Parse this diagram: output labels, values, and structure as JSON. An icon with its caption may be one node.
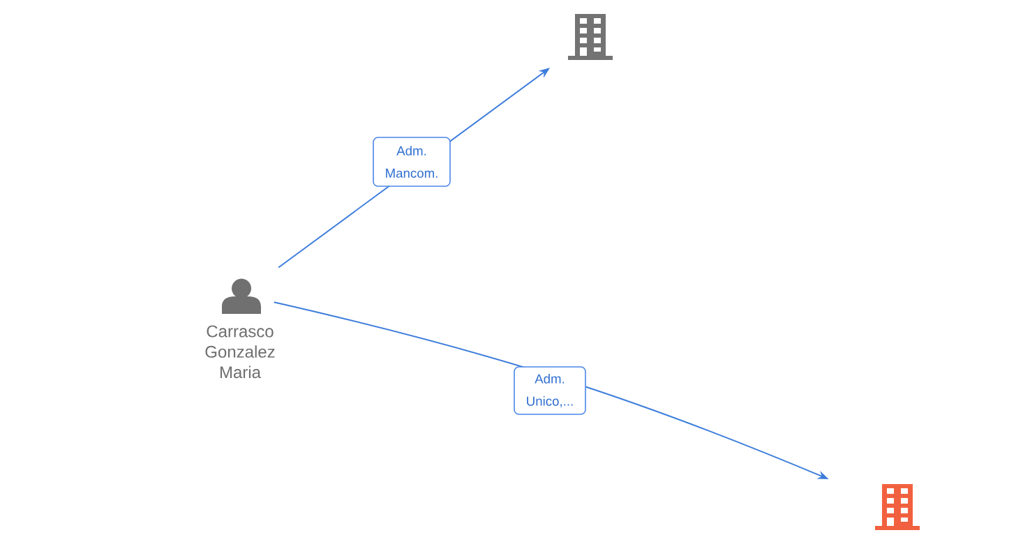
{
  "diagram": {
    "nodes": [
      {
        "text": [
          "Carrasco Gonzalez Maria"
        ]
      },
      {
        "text": [],
        "shape": "building"
      },
      {
        "text": [],
        "shape": "building"
      }
    ],
    "edges": [
      {
        "from": 0,
        "to": 1,
        "arrow": "to",
        "label": "Adm. Mancom."
      },
      {
        "from": 0,
        "to": 2,
        "arrow": "to",
        "label": "Adm. Unico,..."
      }
    ]
  }
}
